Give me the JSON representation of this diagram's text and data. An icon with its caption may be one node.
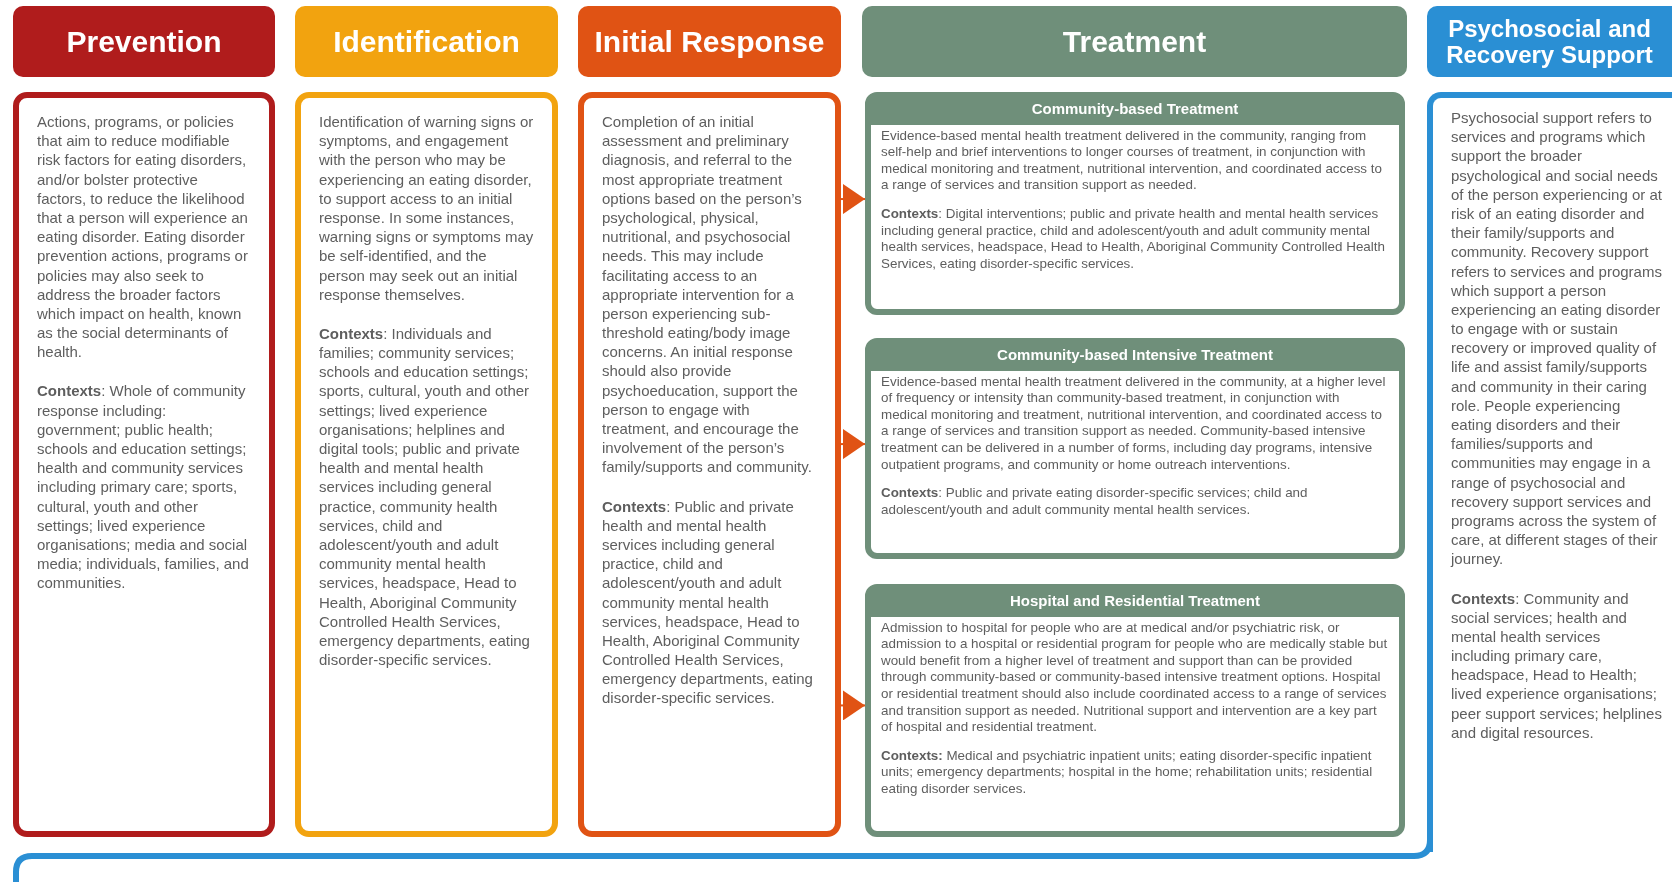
{
  "diagram": {
    "nodes": [
      {
        "text": [
          "Prevention"
        ]
      },
      {
        "text": [
          "Actions, programs, or policies that aim to reduce modifiable risk factors for eating disorders, and/or bolster protective factors, to reduce the likelihood that a person will experience an eating disorder. Eating disorder prevention actions, programs or policies may also seek to address the broader factors which impact on health, known as the social determinants of health.",
          "**Contexts**: Whole of community response including: government; public health; schools and education settings; health and community services including primary care; sports, cultural, youth and other settings; lived experience organisations; media and social media; individuals, families, and communities."
        ]
      },
      {
        "text": [
          "Identification"
        ]
      },
      {
        "text": [
          "Identification of warning signs or symptoms, and engagement with the person who may be experiencing an eating disorder, to support access to an initial response. In some instances, warning signs or symptoms may be self-identified, and the person may seek out an initial response themselves.",
          "**Contexts**: Individuals and families; community services; schools and education settings; sports, cultural, youth and other settings; lived experience organisations; helplines and digital tools; public and private health and mental health services including general practice, community health services, child and adolescent/youth and adult community mental health services, headspace, Head to Health, Aboriginal Community Controlled Health Services, emergency departments, eating disorder-specific services."
        ]
      },
      {
        "text": [
          "Initial Response"
        ]
      },
      {
        "text": [
          "Completion of an initial assessment and preliminary diagnosis, and referral to the most appropriate treatment options based on the person’s psychological, physical, nutritional, and psychosocial needs. This may include facilitating access to an appropriate intervention for a person experiencing sub-threshold eating/body image concerns. An initial response should also provide psychoeducation, support the person to engage with treatment, and encourage the involvement of the person’s family/supports and community.",
          "**Contexts**: Public and private health and mental health services including general practice, child and adolescent/youth and adult community mental health services, headspace, Head to Health, Aboriginal Community Controlled Health Services, emergency departments, eating disorder-specific services."
        ]
      },
      {
        "text": [
          "Treatment"
        ]
      },
      {
        "text": [
          "Community-based Treatment",
          "Evidence-based mental health treatment delivered in the community, ranging from self-help and brief interventions to longer courses of treatment, in conjunction with medical monitoring and treatment, nutritional intervention, and coordinated access to a range of services and transition support as needed.",
          "**Contexts**: Digital interventions; public and private health and mental health services including general practice, child and adolescent/youth and adult community mental health services, headspace, Head to Health, Aboriginal Community Controlled Health Services, eating disorder-specific services."
        ]
      },
      {
        "text": [
          "Community-based Intensive Treatment",
          "Evidence-based mental health treatment delivered in the community, at a higher level of frequency or intensity than community-based treatment, in conjunction with medical monitoring and treatment, nutritional intervention, and coordinated access to a range of services and transition support as needed. Community-based intensive treatment can be delivered in a number of forms, including day programs, intensive outpatient programs, and community or home outreach interventions.",
          "**Contexts**: Public and private eating disorder-specific services; child and adolescent/youth and adult community mental health services."
        ]
      },
      {
        "text": [
          "Hospital and Residential Treatment",
          "Admission to hospital for people who are at medical and/or psychiatric risk, or admission to a hospital or residential program for people who are medically stable but would benefit from a higher level of treatment and support than can be provided through community-based or community-based intensive treatment options. Hospital or residential treatment should also include coordinated access to a range of services and transition support as needed. Nutritional support and intervention are a key part of hospital and residential treatment.",
          "**Contexts:** Medical and psychiatric inpatient units; eating disorder-specific inpatient units; emergency departments; hospital in the home; rehabilitation units; residential eating disorder services."
        ]
      },
      {
        "text": [
          "Psychosocial and Recovery Support"
        ]
      },
      {
        "text": [
          "Psychosocial support refers to services and programs which support the broader psychological and social needs of the person experiencing or at risk of an eating disorder and their family/supports and community. Recovery support refers to services and programs which support a person experiencing an eating disorder to engage with or sustain recovery or improved quality of life and assist family/supports and community in their caring role. People experiencing eating disorders and their families/supports and communities may engage in a range of psychosocial and recovery support services and programs across the system of care, at different stages of their journey.",
          "**Contexts**: Community and social services; health and mental health services including primary care, headspace, Head to Health; lived experience organisations; peer support services; helplines and digital resources."
        ]
      }
    ],
    "edges": [
      {
        "from": 5,
        "to": 7,
        "arrow": "to"
      },
      {
        "from": 5,
        "to": 8,
        "arrow": "to"
      },
      {
        "from": 5,
        "to": 9,
        "arrow": "to"
      }
    ]
  }
}
